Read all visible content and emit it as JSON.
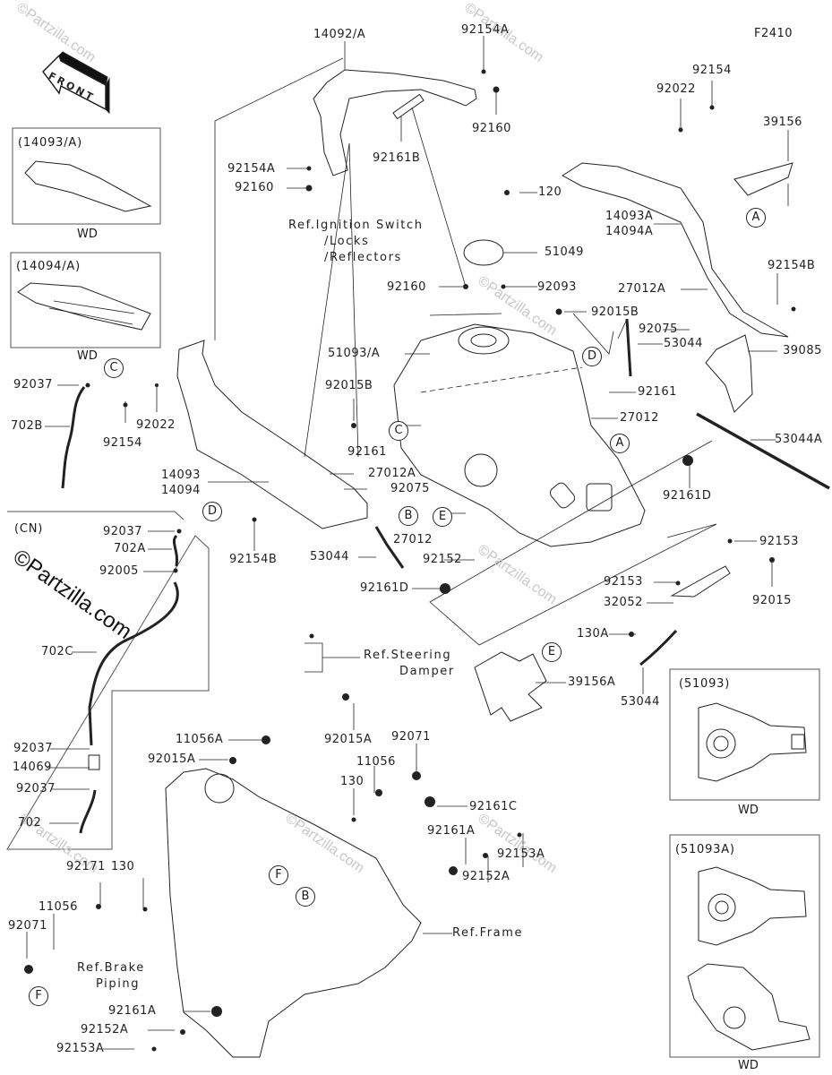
{
  "diagram": {
    "code": "F2410",
    "front_arrow": "FRONT",
    "watermark": "©Partzilla.com",
    "insets": [
      {
        "id": "14093A",
        "title": "(14093/A)",
        "note": "WD"
      },
      {
        "id": "14094A",
        "title": "(14094/A)",
        "note": "WD"
      },
      {
        "id": "CN",
        "title": "(CN)"
      },
      {
        "id": "51093",
        "title": "(51093)",
        "note": "WD"
      },
      {
        "id": "51093A",
        "title": "(51093A)",
        "note": "WD"
      }
    ],
    "callouts": [
      "A",
      "B",
      "C",
      "D",
      "E",
      "F"
    ],
    "labels": {
      "p14092A": "14092/A",
      "p92154A_top": "92154A",
      "p92160_top": "92160",
      "p92161B": "92161B",
      "p92154A_left": "92154A",
      "p92160_left": "92160",
      "p92154_top": "92154",
      "p92022_top": "92022",
      "p39156": "39156",
      "p120": "120",
      "p51049": "51049",
      "p92160_mid": "92160",
      "p92093": "92093",
      "p14093A": "14093A",
      "p14094A": "14094A",
      "p92154B_right": "92154B",
      "p27012A_right": "27012A",
      "p92015B_right": "92015B",
      "p92075_right": "92075",
      "p53044_right": "53044",
      "p39085": "39085",
      "p51093A": "51093/A",
      "p92015B_left": "92015B",
      "p92161_right": "92161",
      "p27012_right": "27012",
      "p53044A": "53044A",
      "p92037_c": "92037",
      "p702B": "702B",
      "p92022_left": "92022",
      "p92154_left": "92154",
      "p92161_left": "92161",
      "p14093": "14093",
      "p14094": "14094",
      "p27012A_left": "27012A",
      "p92075_left": "92075",
      "p92161D_right": "92161D",
      "p92037_d": "92037",
      "p702A": "702A",
      "p92005": "92005",
      "p92154B_left": "92154B",
      "p53044_left": "53044",
      "p27012_mid": "27012",
      "p92152": "92152",
      "p92153_right": "92153",
      "p92161D_left": "92161D",
      "p92153_mid": "92153",
      "p92015": "92015",
      "p32052": "32052",
      "p130A": "130A",
      "p702C": "702C",
      "p39156A": "39156A",
      "p53044_bottom": "53044",
      "p11056A": "11056A",
      "p92015A_right": "92015A",
      "p92071_top": "92071",
      "p92015A_left": "92015A",
      "p11056_mid": "11056",
      "p92037_lower": "92037",
      "p14069": "14069",
      "p92037_bottom": "92037",
      "p130_mid": "130",
      "p92161C": "92161C",
      "p702": "702",
      "p92161A_right": "92161A",
      "p92153A_right": "92153A",
      "p92152A_right": "92152A",
      "p92171": "92171",
      "p130_left": "130",
      "p11056_left": "11056",
      "p92071_left": "92071",
      "p92161A_bottom": "92161A",
      "p92152A_bottom": "92152A",
      "p92153A_bottom": "92153A"
    },
    "references": {
      "ignition": [
        "Ref.Ignition Switch",
        "/Locks",
        "/Reflectors"
      ],
      "steering": [
        "Ref.Steering",
        "Damper"
      ],
      "frame": "Ref.Frame",
      "brake": [
        "Ref.Brake",
        "Piping"
      ]
    }
  }
}
